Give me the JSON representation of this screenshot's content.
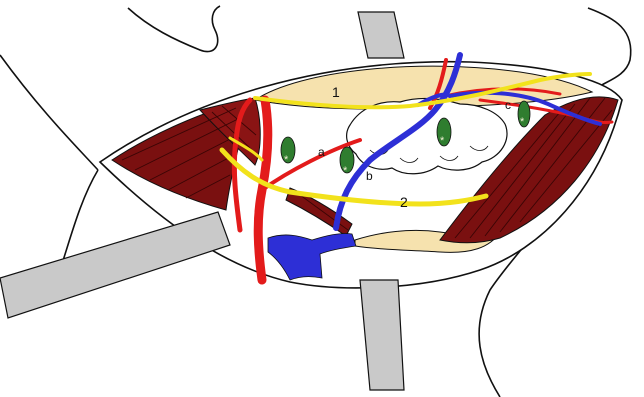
{
  "labels": {
    "nerve_1": "1",
    "nerve_2": "2",
    "vessel_a": "a",
    "vessel_b": "b",
    "vessel_c": "c",
    "node_marker": "*"
  },
  "colors": {
    "artery": "#e31b1b",
    "vein": "#2d2fd6",
    "nerve": "#f2e21c",
    "muscle": "#7a1010",
    "muscle_stripe": "#3a0505",
    "fat": "#f6e2ae",
    "gland": "#ffffff",
    "node": "#2f7d2f",
    "retractor": "#c9c9c9",
    "outline": "#111111"
  },
  "structures": {
    "arteries": "artery",
    "veins": "vein",
    "nerves": "nerve",
    "muscles": "muscle",
    "fat_pad": "fat",
    "gland": "submandibular gland",
    "lymph_nodes": "lymph node",
    "retractors": "retractor"
  }
}
